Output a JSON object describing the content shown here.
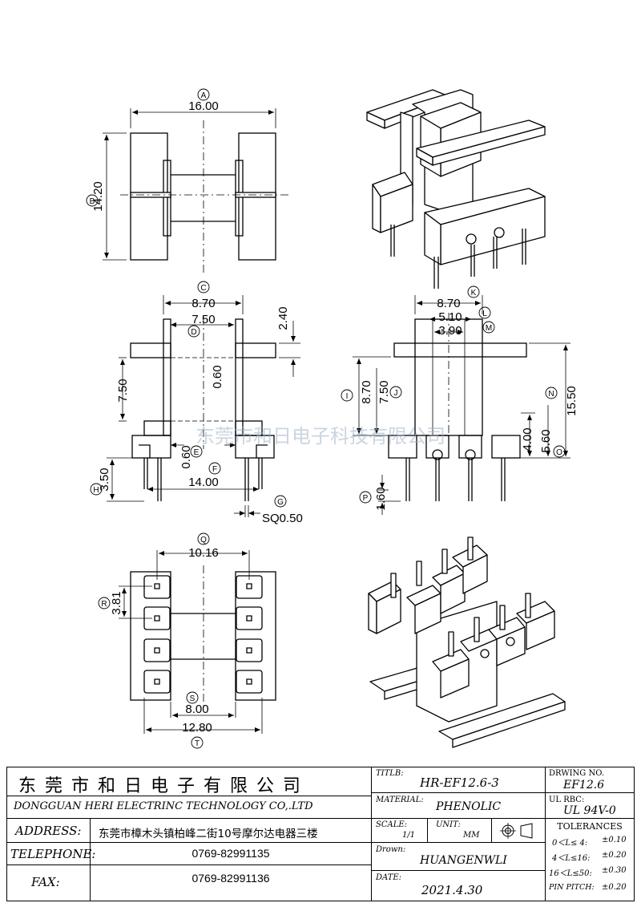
{
  "dimensions": {
    "A": {
      "tag": "A",
      "value": "16.00"
    },
    "B": {
      "tag": "B",
      "value": "14.20"
    },
    "C": {
      "tag": "C",
      "value": "8.70"
    },
    "D": {
      "tag": "D",
      "value": "7.50"
    },
    "h240": {
      "value": "2.40"
    },
    "v750": {
      "value": "7.50"
    },
    "v060": {
      "value": "0.60"
    },
    "E": {
      "tag": "E",
      "value": "0.60"
    },
    "F": {
      "tag": "F",
      "value": "14.00"
    },
    "G": {
      "tag": "G",
      "value": "SQ0.50"
    },
    "H": {
      "tag": "H",
      "value": "3.50"
    },
    "K": {
      "tag": "K",
      "value": "8.70"
    },
    "L": {
      "tag": "L",
      "value": "5.10"
    },
    "M": {
      "tag": "M",
      "value": "3.90"
    },
    "I": {
      "tag": "I",
      "value": "8.70"
    },
    "J": {
      "tag": "J",
      "value": "7.50"
    },
    "N": {
      "tag": "N",
      "value": "15.50"
    },
    "O": {
      "tag": "O",
      "value": "5.60"
    },
    "v400": {
      "value": "4.00"
    },
    "P": {
      "tag": "P",
      "value": "1.60"
    },
    "Q": {
      "tag": "Q",
      "value": "10.16"
    },
    "R": {
      "tag": "R",
      "value": "3.81"
    },
    "S": {
      "tag": "S",
      "value": "8.00"
    },
    "T": {
      "tag": "T",
      "value": "12.80"
    }
  },
  "watermark": "东莞市和日电子科技有限公司",
  "title_block": {
    "company_cn": "东 莞 市 和 日 电 子 有 限 公 司",
    "company_en": "DONGGUAN HERI ELECTRINC TECHNOLOGY CO,.LTD",
    "address_label": "ADDRESS:",
    "address_value": "东莞市樟木头镇柏峰二街10号摩尔达电器三楼",
    "telephone_label": "TELEPHONE:",
    "telephone_value": "0769-82991135",
    "fax_label": "FAX:",
    "fax_value": "0769-82991136",
    "title_label": "TITLB:",
    "title_value": "HR-EF12.6-3",
    "material_label": "MATERIAL:",
    "material_value": "PHENOLIC",
    "scale_label": "SCALE:",
    "scale_value": "1/1",
    "unit_label": "UNIT:",
    "unit_value": "MM",
    "drawn_label": "Drown:",
    "drawn_value": "HUANGENWLI",
    "date_label": "DATE:",
    "date_value": "2021.4.30",
    "drawing_no_label": "DRWING NO.",
    "drawing_no_value": "EF12.6",
    "ul_label": "UL RBC:",
    "ul_value": "UL 94V-0",
    "tolerances_label": "TOLERANCES",
    "tol1_range": "0＜L≤ 4:",
    "tol1_value": "±0.10",
    "tol2_range": "4＜L≤16:",
    "tol2_value": "±0.20",
    "tol3_range": "16＜L≤50:",
    "tol3_value": "±0.30",
    "pin_pitch_label": "PIN PITCH:",
    "pin_pitch_value": "±0.20"
  }
}
